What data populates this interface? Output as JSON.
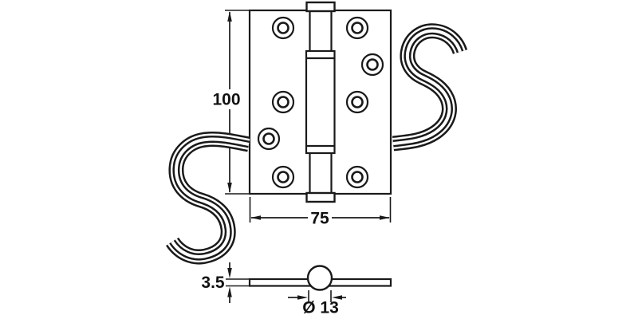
{
  "drawing": {
    "kind": "technical-diagram",
    "subject": "butt-hinge",
    "views": {
      "front": "hinge leaf front view with barrel, screw holes and break symbols",
      "section": "edge cross-section with barrel circle"
    }
  },
  "dims": {
    "height": {
      "label": "100",
      "name": "leaf-height"
    },
    "width": {
      "label": "75",
      "name": "leaf-width"
    },
    "thickness": {
      "label": "3.5",
      "name": "leaf-thickness"
    },
    "diameter": {
      "label": "Ø 13",
      "name": "barrel-diameter"
    }
  },
  "colors": {
    "line": "#1a1a1a",
    "background": "#ffffff"
  },
  "icons": [
    {
      "name": "break-symbol-left",
      "meaning": "continuation squiggle"
    },
    {
      "name": "break-symbol-right",
      "meaning": "continuation squiggle"
    },
    {
      "name": "screw-hole",
      "meaning": "countersunk screw hole"
    }
  ]
}
